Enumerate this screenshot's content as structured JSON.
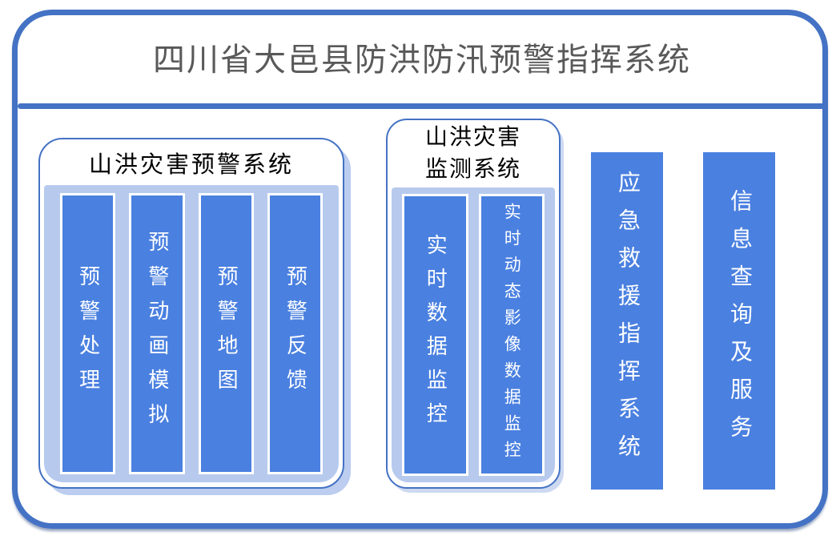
{
  "title": "四川省大邑县防洪防汛预警指挥系统",
  "colors": {
    "frame_blue": "#4472C4",
    "bar_blue": "#4A80E0",
    "panel_light_blue": "#B7CAEE",
    "title_gray": "#595959",
    "bar_text": "#FFFFFF",
    "header_text": "#000000"
  },
  "groups": [
    {
      "header": "山洪灾害预警系统",
      "bars": [
        "预警处理",
        "预警动画模拟",
        "预警地图",
        "预警反馈"
      ]
    },
    {
      "header": "山洪灾害监测系统",
      "bars": [
        "实时数据监控",
        "实时动态影像数据监控"
      ]
    }
  ],
  "standalone_bars": [
    {
      "label": "应急救援指挥系统"
    },
    {
      "label": "信息查询及服务"
    }
  ]
}
